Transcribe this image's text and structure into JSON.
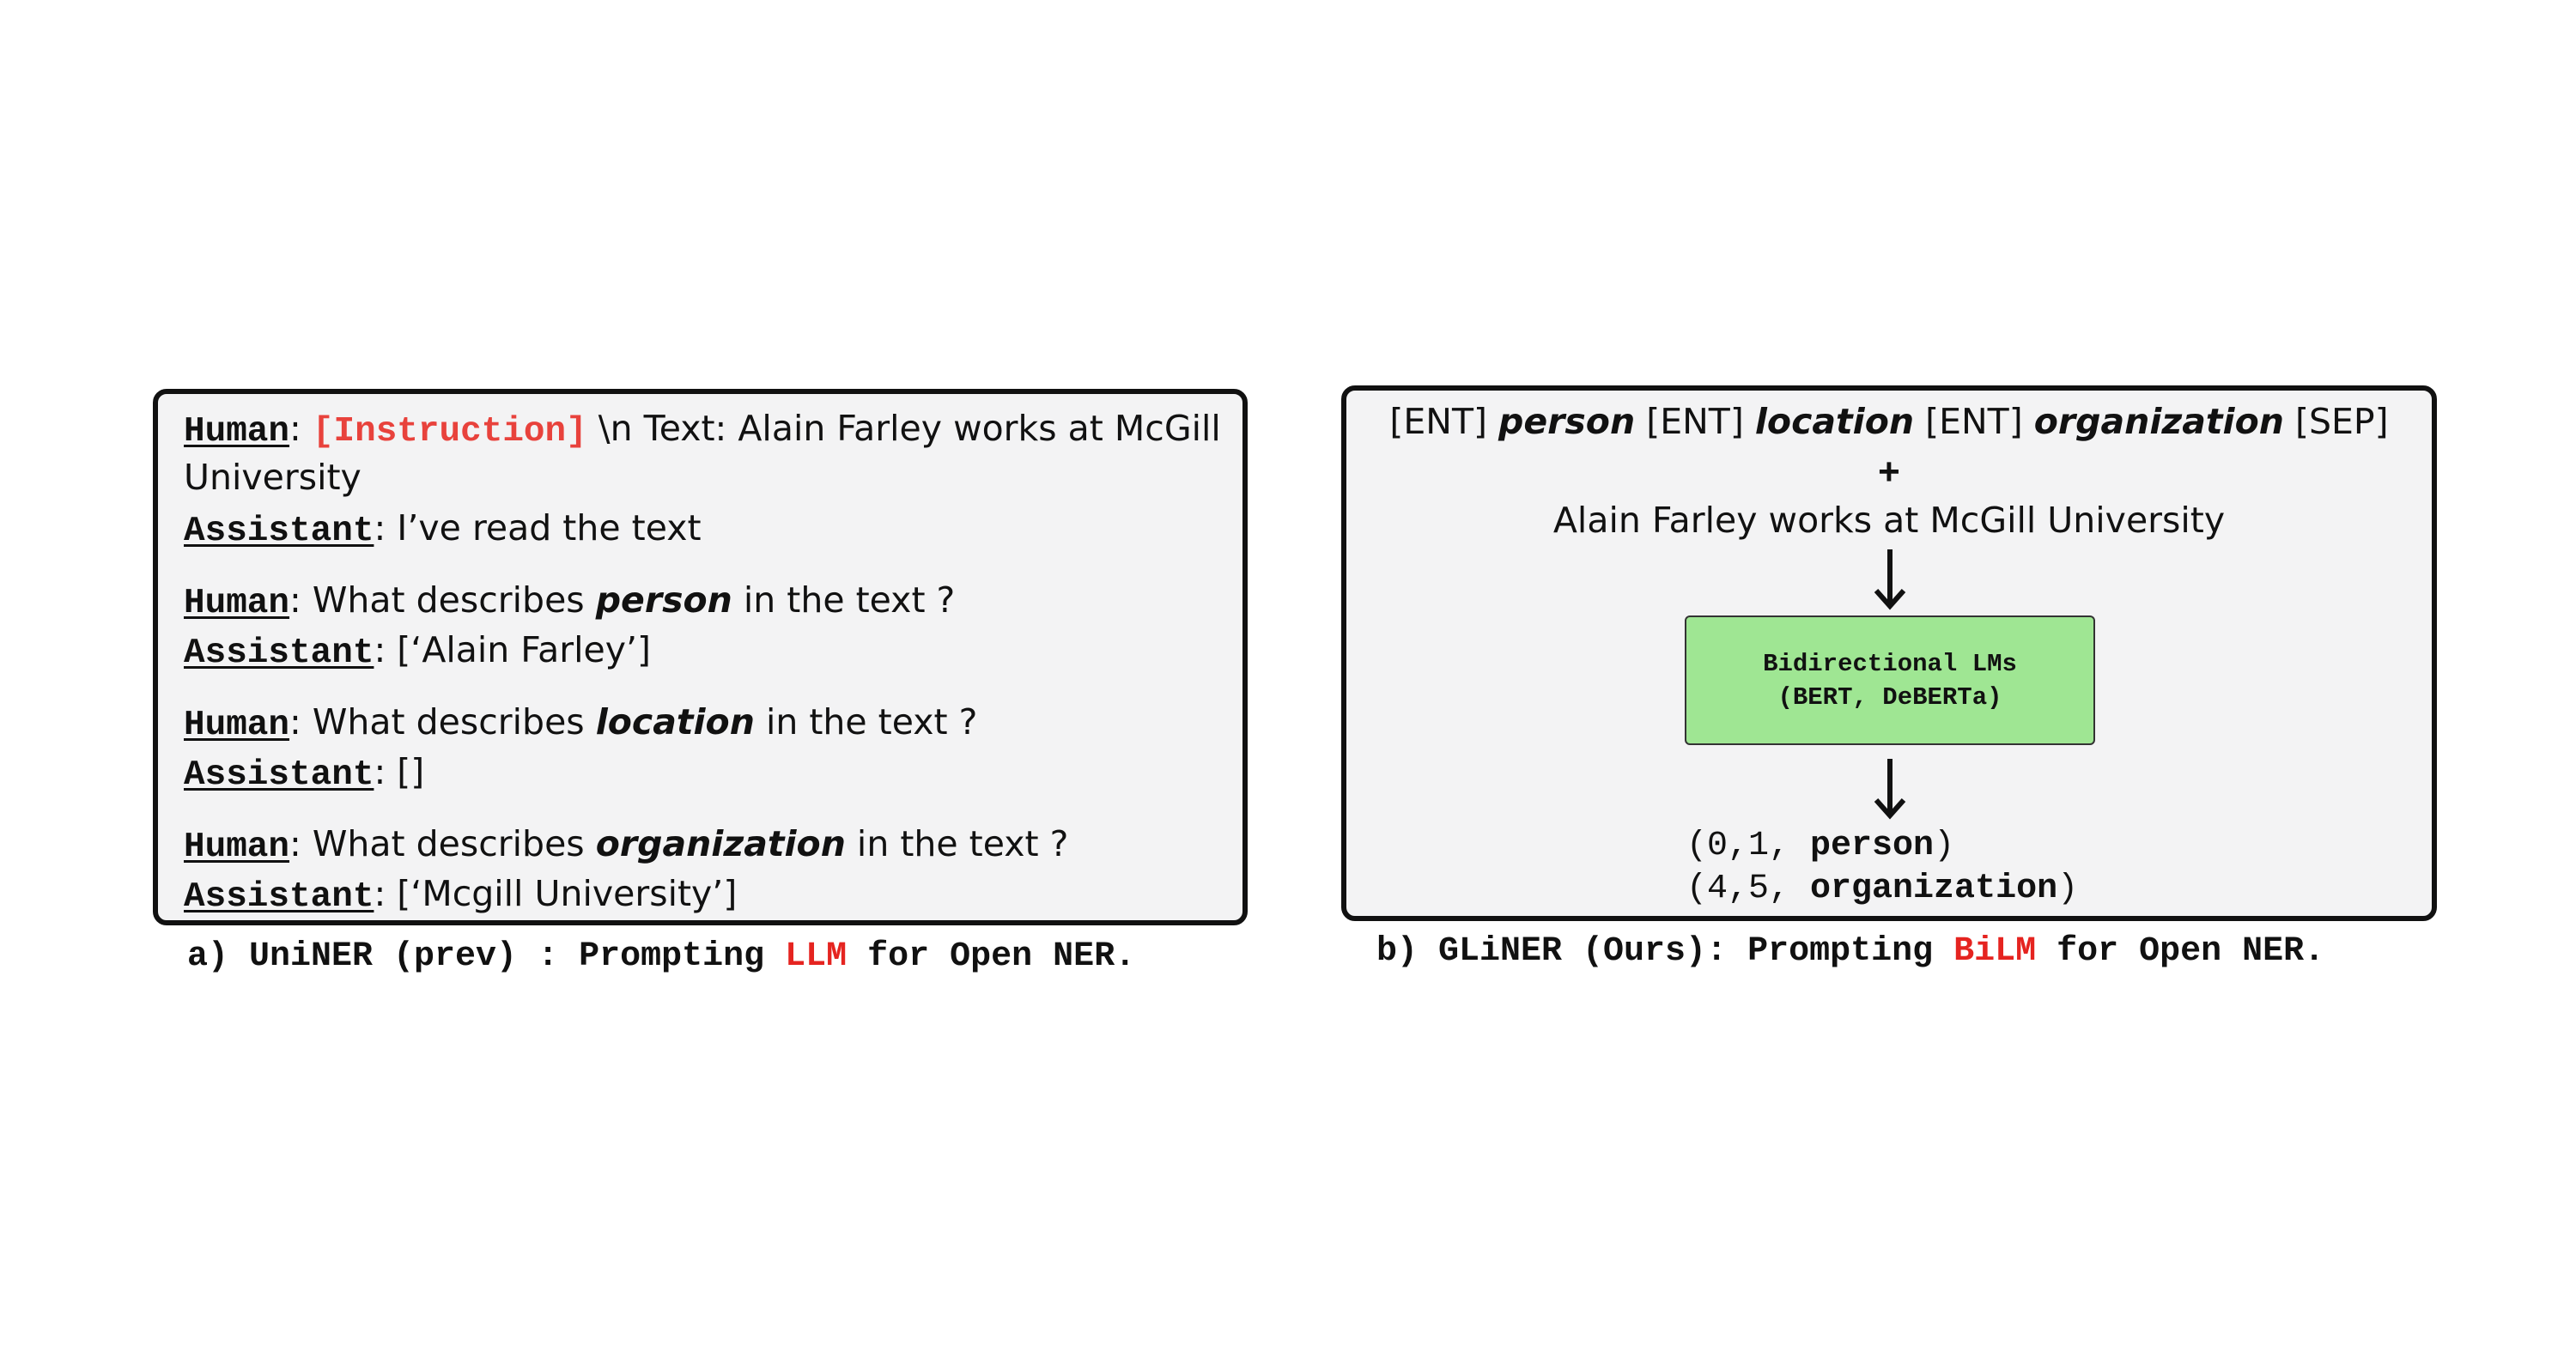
{
  "panel_a": {
    "line1": {
      "speaker": "Human",
      "sep": ": ",
      "instruction": "[Instruction]",
      "text": "  \\n Text: Alain Farley works at McGill"
    },
    "line2": {
      "text": "University"
    },
    "line3": {
      "speaker": "Assistant",
      "sep": ": ",
      "text": "I’ve read the text"
    },
    "q_person": {
      "speaker": "Human",
      "sep": ": ",
      "pre": "What describes ",
      "entity": "person",
      "post": " in the text ?"
    },
    "a_person": {
      "speaker": "Assistant",
      "sep": ": ",
      "text": "[‘Alain Farley’]"
    },
    "q_location": {
      "speaker": "Human",
      "sep": ": ",
      "pre": "What describes ",
      "entity": "location",
      "post": " in the text ?"
    },
    "a_location": {
      "speaker": "Assistant",
      "sep": ": ",
      "text": "[]"
    },
    "q_org": {
      "speaker": "Human",
      "sep": ": ",
      "pre": "What describes ",
      "entity": "organization",
      "post": " in the text ?"
    },
    "a_org": {
      "speaker": "Assistant",
      "sep": ": ",
      "text": "[‘Mcgill University’]"
    }
  },
  "caption_a": {
    "pre": "a) UniNER (prev) : Prompting ",
    "highlight": "LLM",
    "post": " for Open NER."
  },
  "panel_b": {
    "ent_line": {
      "tok1": "[ENT] ",
      "e1": "person",
      "tok2": " [ENT] ",
      "e2": "location",
      "tok3": " [ENT]  ",
      "e3": "organization",
      "tok4": " [SEP]"
    },
    "plus": "+",
    "sentence": "Alain Farley works at McGill University",
    "model_box": {
      "line1": "Bidirectional LMs",
      "line2": "(BERT, DeBERTa)"
    },
    "outputs": [
      {
        "prefix": "(0,1, ",
        "label": "person",
        "suffix": ")"
      },
      {
        "prefix": "(4,5, ",
        "label": "organization",
        "suffix": ")"
      }
    ]
  },
  "caption_b": {
    "pre": "b) GLiNER (Ours): Prompting ",
    "highlight": "BiLM",
    "post": " for Open NER."
  },
  "colors": {
    "highlight_red": "#e52420",
    "instruction_red": "#e8423c",
    "model_box_green": "#9fe693",
    "panel_bg": "#f3f3f4"
  }
}
